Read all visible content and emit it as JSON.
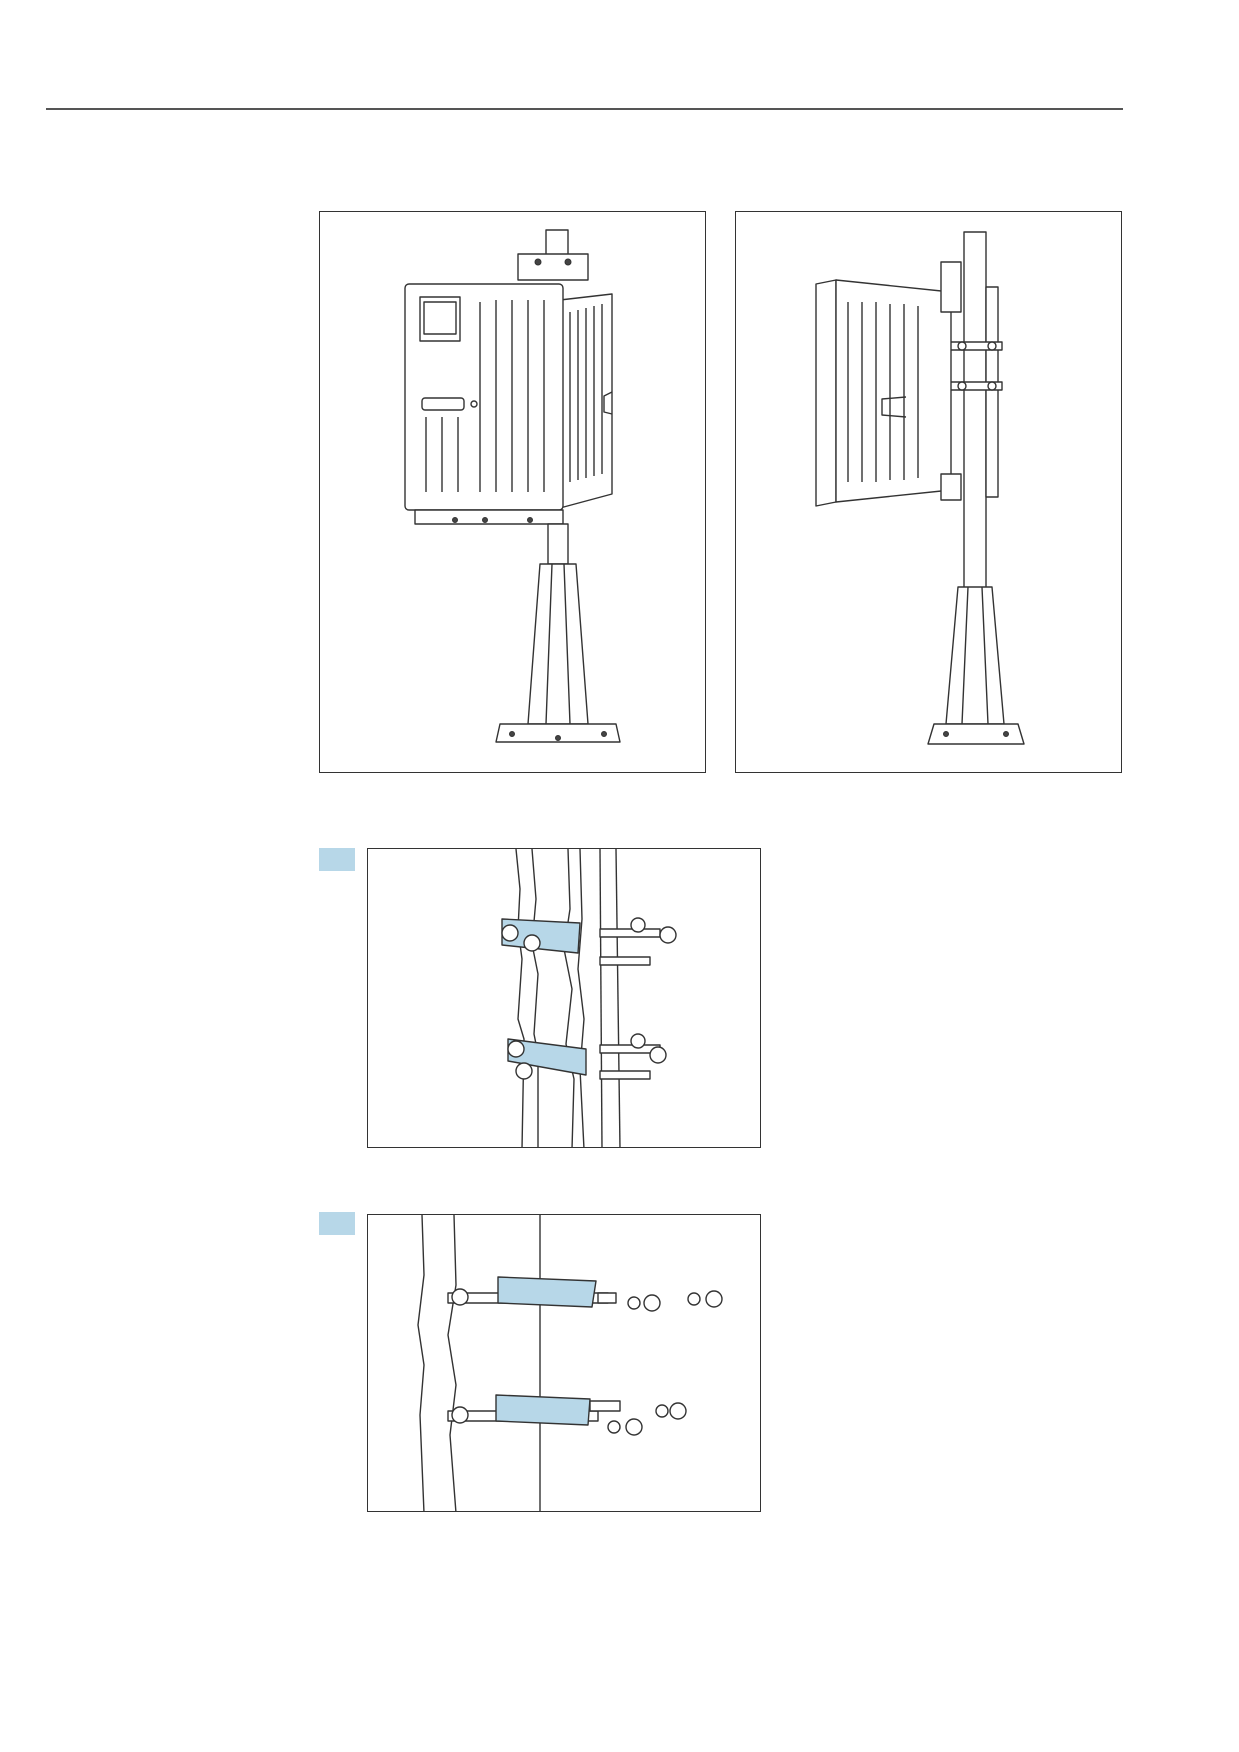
{
  "page": {
    "figures": [
      {
        "subject": "analyzer-mounted-on-post-front"
      },
      {
        "subject": "analyzer-mounted-on-post-side"
      },
      {
        "subject": "step-1-brackets-on-post"
      },
      {
        "subject": "step-2-bracket-bolts-washers-nuts"
      }
    ],
    "colors": {
      "highlight": "#b7d7e8",
      "line": "#333333",
      "rule": "#555555"
    }
  }
}
